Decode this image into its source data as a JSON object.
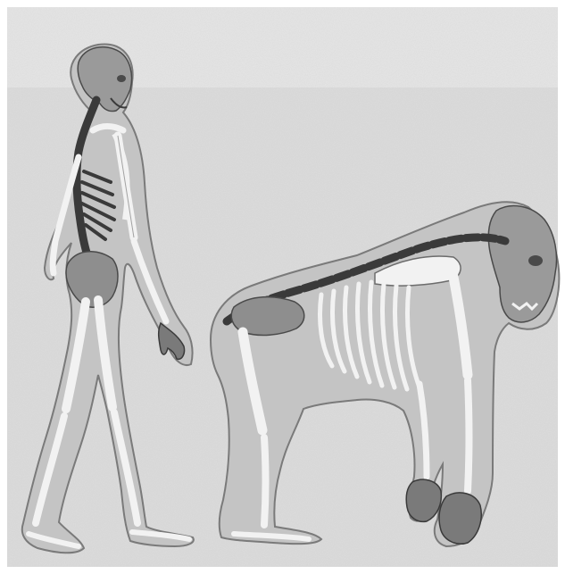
{
  "image": {
    "subject": "human-and-gorilla-skeleton-comparison",
    "style": "grayscale-illustration",
    "figures": [
      {
        "id": "human",
        "posture": "bipedal-walking",
        "facing": "right"
      },
      {
        "id": "gorilla",
        "posture": "quadrupedal-knuckle-walking",
        "facing": "right"
      }
    ],
    "colors": {
      "paper": "#dcdcdc",
      "paper_light": "#e6e6e6",
      "body": "#c4c4c4",
      "body_outline": "#7a7a7a",
      "bone": "#f2f2f2",
      "bone_outline": "#6c6c6c",
      "dark": "#3a3a3a",
      "pelvis": "#8e8e8e",
      "skull": "#9a9a9a"
    }
  }
}
